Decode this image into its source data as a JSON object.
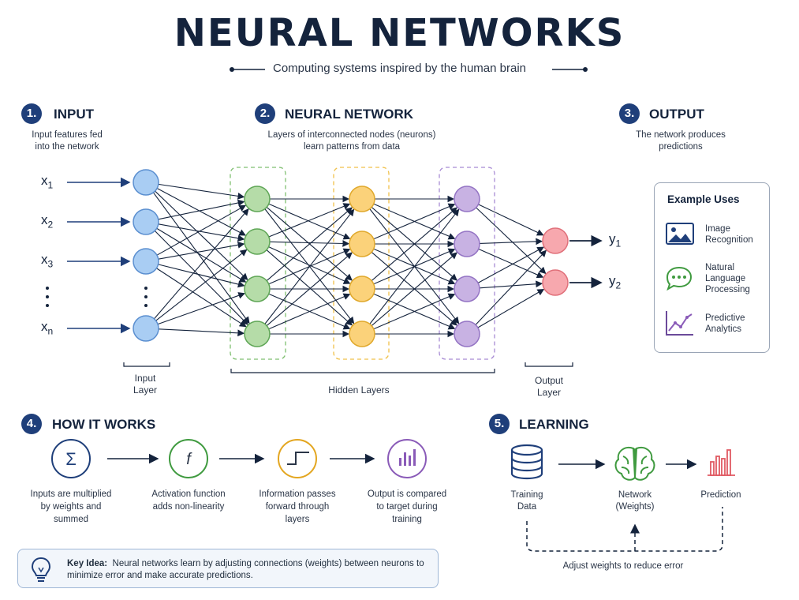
{
  "title": "NEURAL NETWORKS",
  "subtitle": "Computing systems inspired by the human brain",
  "sections": {
    "input": {
      "number": "1.",
      "title": "INPUT",
      "desc_lines": [
        "Input features fed",
        "into the network"
      ]
    },
    "network": {
      "number": "2.",
      "title": "NEURAL NETWORK",
      "desc_lines": [
        "Layers of interconnected nodes (neurons)",
        "learn patterns from data"
      ]
    },
    "output": {
      "number": "3.",
      "title": "OUTPUT",
      "desc_lines": [
        "The network produces",
        "predictions"
      ]
    },
    "how": {
      "number": "4.",
      "title": "HOW IT WORKS"
    },
    "learning": {
      "number": "5.",
      "title": "LEARNING"
    }
  },
  "inputs": [
    {
      "base": "x",
      "sub": "1"
    },
    {
      "base": "x",
      "sub": "2"
    },
    {
      "base": "x",
      "sub": "3"
    },
    {
      "base": "x",
      "sub": "n"
    }
  ],
  "outputs": [
    {
      "base": "y",
      "sub": "1"
    },
    {
      "base": "y",
      "sub": "2"
    }
  ],
  "layer_labels": {
    "input_lines": [
      "Input",
      "Layer"
    ],
    "hidden": "Hidden Layers",
    "output_lines": [
      "Output",
      "Layer"
    ]
  },
  "example_uses": {
    "title": "Example Uses",
    "items": [
      {
        "icon": "image-icon",
        "lines": [
          "Image",
          "Recognition"
        ]
      },
      {
        "icon": "chat-icon",
        "lines": [
          "Natural",
          "Language",
          "Processing"
        ]
      },
      {
        "icon": "line-chart-icon",
        "lines": [
          "Predictive",
          "Analytics"
        ]
      }
    ]
  },
  "how_steps": [
    {
      "icon": "sum-icon",
      "glyph": "Σ",
      "color": "#1f3f7a",
      "lines": [
        "Inputs are multiplied",
        "by weights and",
        "summed"
      ]
    },
    {
      "icon": "function-icon",
      "glyph": "f",
      "color": "#3f9a3f",
      "lines": [
        "Activation function",
        "adds non-linearity"
      ]
    },
    {
      "icon": "step-function-icon",
      "glyph": "",
      "color": "#e3a620",
      "lines": [
        "Information passes",
        "forward through",
        "layers"
      ]
    },
    {
      "icon": "bar-chart-icon",
      "glyph": "",
      "color": "#8a5bb8",
      "lines": [
        "Output is compared",
        "to target during",
        "training"
      ]
    }
  ],
  "learning_steps": [
    {
      "icon": "database-icon",
      "lines": [
        "Training",
        "Data"
      ]
    },
    {
      "icon": "brain-icon",
      "lines": [
        "Network",
        "(Weights)"
      ]
    },
    {
      "icon": "prediction-chart-icon",
      "lines": [
        "Prediction"
      ]
    }
  ],
  "feedback_label": "Adjust weights to reduce error",
  "key_idea": {
    "label": "Key Idea:",
    "text": "Neural networks learn by adjusting connections (weights) between neurons to minimize error and make accurate predictions."
  },
  "colors": {
    "navy": "#1f3f7a",
    "input_node": "#a9cdf3",
    "hidden1": "#b5dca8",
    "hidden2": "#fbd27a",
    "hidden3": "#c8b2e3",
    "output_node": "#f7a8ae"
  }
}
